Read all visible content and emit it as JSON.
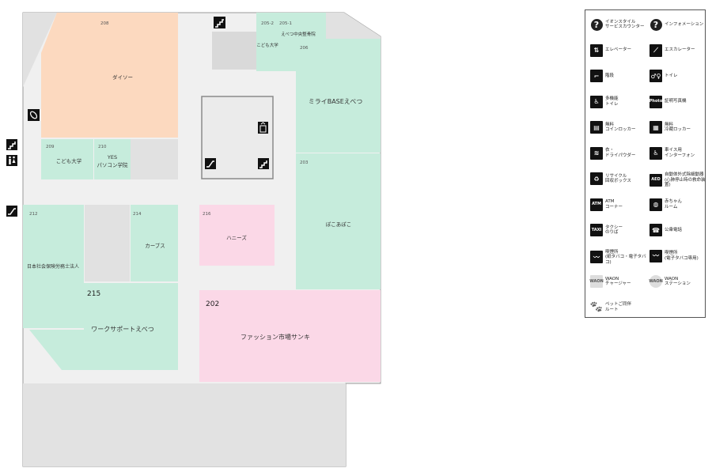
{
  "units": {
    "u208": {
      "num": "208",
      "name": "ダイソー"
    },
    "u2052": {
      "num": "205-2"
    },
    "u2051": {
      "num": "205-1",
      "name": "えべつ中央整骨院"
    },
    "u205kodomo": {
      "name": "こども大学"
    },
    "u206": {
      "num": "206",
      "name": "ミライBASEえべつ"
    },
    "u209": {
      "num": "209",
      "name": "こども大学"
    },
    "u210": {
      "num": "210",
      "name": "YES\nパソコン学院"
    },
    "u203": {
      "num": "203",
      "name": "ぽこあぽこ"
    },
    "u212": {
      "num": "212",
      "name": "日本社会保険労務士法人"
    },
    "u214": {
      "num": "214",
      "name": "カーブス"
    },
    "u216": {
      "num": "216",
      "name": "ハニーズ"
    },
    "u215": {
      "num": "215",
      "name": "ワークサポートえべつ"
    },
    "u202": {
      "num": "202",
      "name": "ファッション市場サンキ"
    }
  },
  "colors": {
    "daiso": "#fcd9bf",
    "green": "#c6ecdc",
    "pink": "#fbd8e7",
    "gray": "#e1e1e1",
    "corridor": "#f0f0f0",
    "border": "#9a9a9a"
  },
  "legend": [
    {
      "icon": "service-counter-icon",
      "label": "イオンスタイル\nサービスカウンター"
    },
    {
      "icon": "information-icon",
      "label": "インフォメーション"
    },
    {
      "icon": "elevator-icon",
      "label": "エレベーター"
    },
    {
      "icon": "escalator-icon",
      "label": "エスカレーター"
    },
    {
      "icon": "stairs-icon",
      "label": "階段"
    },
    {
      "icon": "toilet-icon",
      "label": "トイレ"
    },
    {
      "icon": "multipurpose-toilet-icon",
      "label": "多機能\nトイレ"
    },
    {
      "icon": "photo-booth-icon",
      "label": "証明写真機",
      "glyph": "Photo"
    },
    {
      "icon": "coin-locker-icon",
      "label": "無料\nコインロッカー"
    },
    {
      "icon": "cold-locker-icon",
      "label": "無料\n冷蔵ロッカー"
    },
    {
      "icon": "hair-dryer-icon",
      "label": "衣・\nドライパウダー"
    },
    {
      "icon": "wheelchair-interphone-icon",
      "label": "車イス用\nインターフォン"
    },
    {
      "icon": "recycle-box-icon",
      "label": "リサイクル\n回収ボックス"
    },
    {
      "icon": "aed-icon",
      "label": "自動体外式除細動器\n(心肺停止時の救命装置)",
      "glyph": "AED"
    },
    {
      "icon": "atm-icon",
      "label": "ATM\nコーナー",
      "glyph": "ATM"
    },
    {
      "icon": "baby-room-icon",
      "label": "赤ちゃん\nルーム"
    },
    {
      "icon": "taxi-icon",
      "label": "タクシー\nのりば",
      "glyph": "TAXI"
    },
    {
      "icon": "public-phone-icon",
      "label": "公衆電話"
    },
    {
      "icon": "smoking-area-icon",
      "label": "喫煙所\n(紙タバコ・電子タバコ)"
    },
    {
      "icon": "smoking-area-electronic-icon",
      "label": "喫煙所\n(電子タバコ専用)"
    },
    {
      "icon": "waon-charger-icon",
      "label": "WAON\nチャージャー",
      "glyph": "WAON"
    },
    {
      "icon": "waon-station-icon",
      "label": "WAON\nステーション",
      "glyph": "WAON"
    },
    {
      "icon": "pet-route-icon",
      "label": "ペットご同伴\nルート"
    }
  ]
}
